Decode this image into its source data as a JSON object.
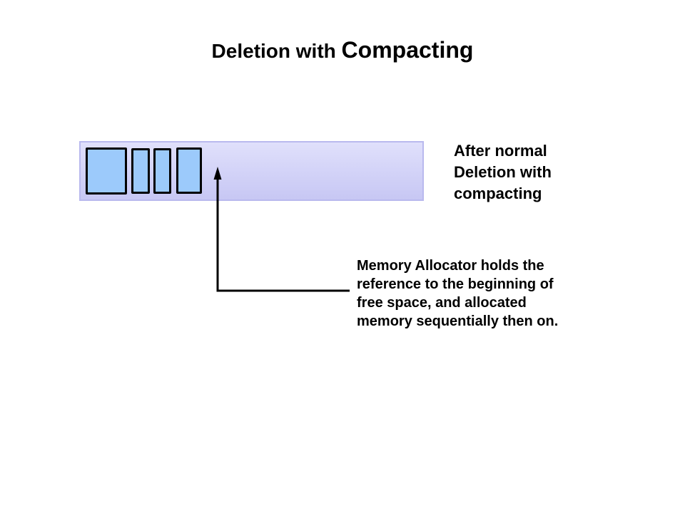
{
  "slide": {
    "title": {
      "prefix": "Deletion with ",
      "emphasis": "Compacting"
    },
    "memory_bar": {
      "block_count": 4,
      "description": "memory-bar-with-allocated-blocks"
    },
    "labels": {
      "after_deletion": "After normal\nDeletion with\ncompacting",
      "allocator_note": "Memory Allocator holds the\nreference to the beginning of\nfree space, and allocated\nmemory sequentially then on."
    },
    "colors": {
      "block_fill": "#9CCAFB",
      "bar_gradient_top": "#E0E0FB",
      "bar_gradient_bottom": "#C7C7F4",
      "bar_border": "#B9B9EE",
      "arrow_color": "#000000",
      "text_color": "#000000"
    }
  }
}
